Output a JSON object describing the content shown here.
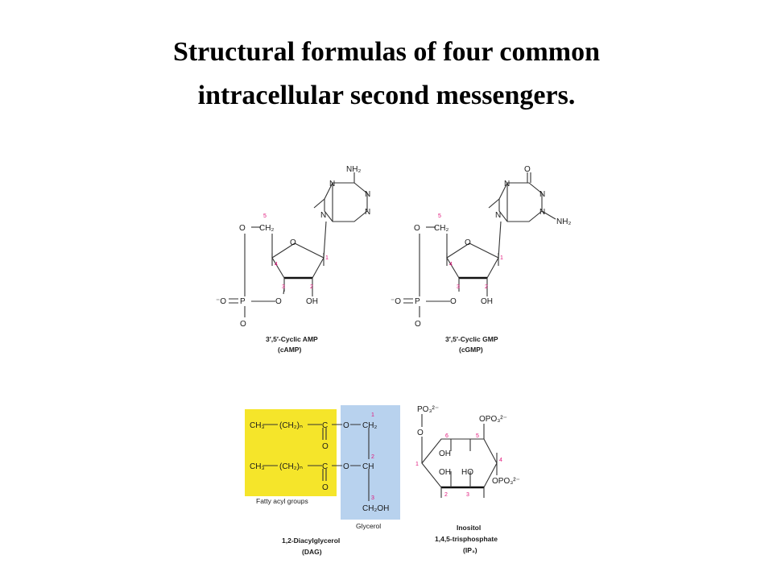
{
  "slide": {
    "title_line1": "Structural formulas of four common",
    "title_line2": "intracellular second messengers."
  },
  "atoms": {
    "nh2": "NH₂",
    "n": "N",
    "o": "O",
    "oh": "OH",
    "ho": "HO",
    "ch2": "CH₂",
    "ch": "CH",
    "ch3": "CH₃",
    "ch2n": "(CH₂)ₙ",
    "c": "C",
    "p": "P",
    "minus_o": "⁻O",
    "ch2oh": "CH₂OH",
    "po3": "PO₃²⁻",
    "opo3": "OPO₃²⁻"
  },
  "numbers": {
    "n1": "1",
    "n2": "2",
    "n3": "3",
    "n4": "4",
    "n5": "5",
    "n6": "6"
  },
  "camp": {
    "name": "3′,5′-Cyclic AMP",
    "abbr": "(cAMP)"
  },
  "cgmp": {
    "name": "3′,5′-Cyclic GMP",
    "abbr": "(cGMP)"
  },
  "dag": {
    "fatty_label": "Fatty acyl groups",
    "glycerol_label": "Glycerol",
    "name": "1,2-Diacylglycerol",
    "abbr": "(DAG)"
  },
  "ip3": {
    "name_line1": "Inositol",
    "name_line2": "1,4,5-trisphosphate",
    "abbr": "(IP₃)"
  },
  "colors": {
    "fatty_acyl_box": "#f5e52a",
    "glycerol_box": "#b8d2ee",
    "position_numbers": "#e0157a"
  }
}
